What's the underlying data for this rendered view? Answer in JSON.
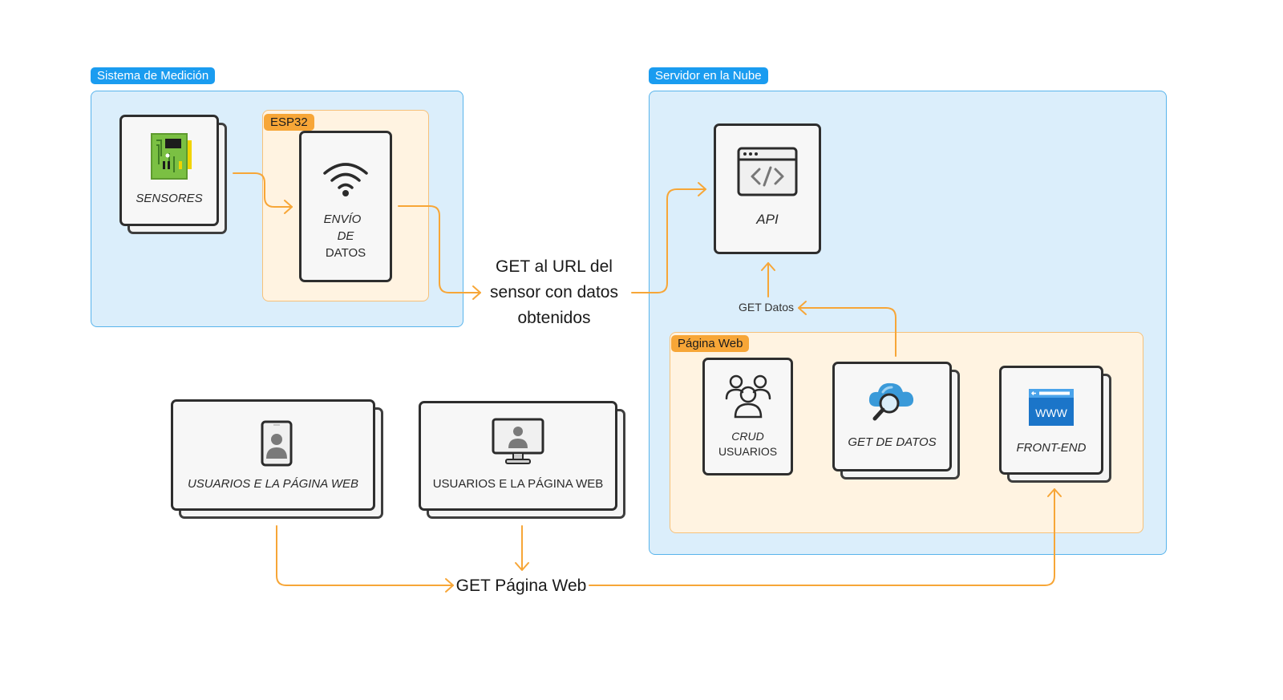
{
  "groups": {
    "medicion": "Sistema de Medición",
    "esp32": "ESP32",
    "servidor": "Servidor en la Nube",
    "pagina": "Página Web"
  },
  "nodes": {
    "sensores": "SENSORES",
    "envio_1": "ENVÍO",
    "envio_2": "DE",
    "envio_3": "DATOS",
    "api": "API",
    "crud_1": "CRUD",
    "crud_2": "USUARIOS",
    "get_datos": "GET DE DATOS",
    "frontend": "FRONT-END",
    "usuarios_movil": "USUARIOS E LA PÁGINA WEB",
    "usuarios_pc": "USUARIOS E LA PÁGINA WEB"
  },
  "edges": {
    "get_url_1": "GET al URL del",
    "get_url_2": "sensor con datos",
    "get_url_3": "obtenidos",
    "get_datos": "GET Datos",
    "get_pagina": "GET Página Web"
  },
  "icons": {
    "sensores": "circuit-board-icon",
    "envio": "wifi-icon",
    "api": "code-window-icon",
    "crud": "users-group-icon",
    "get_datos": "cloud-search-icon",
    "frontend": "www-browser-icon",
    "usuarios_movil": "mobile-user-icon",
    "usuarios_pc": "desktop-user-icon"
  },
  "colors": {
    "group_blue_bg": "#dbeefb",
    "group_blue_border": "#58b4ec",
    "tag_blue": "#1a9cf0",
    "group_orange_bg": "#fff3e1",
    "group_orange_border": "#f6c17a",
    "tag_orange": "#f7a637",
    "arrow": "#f7a637"
  }
}
